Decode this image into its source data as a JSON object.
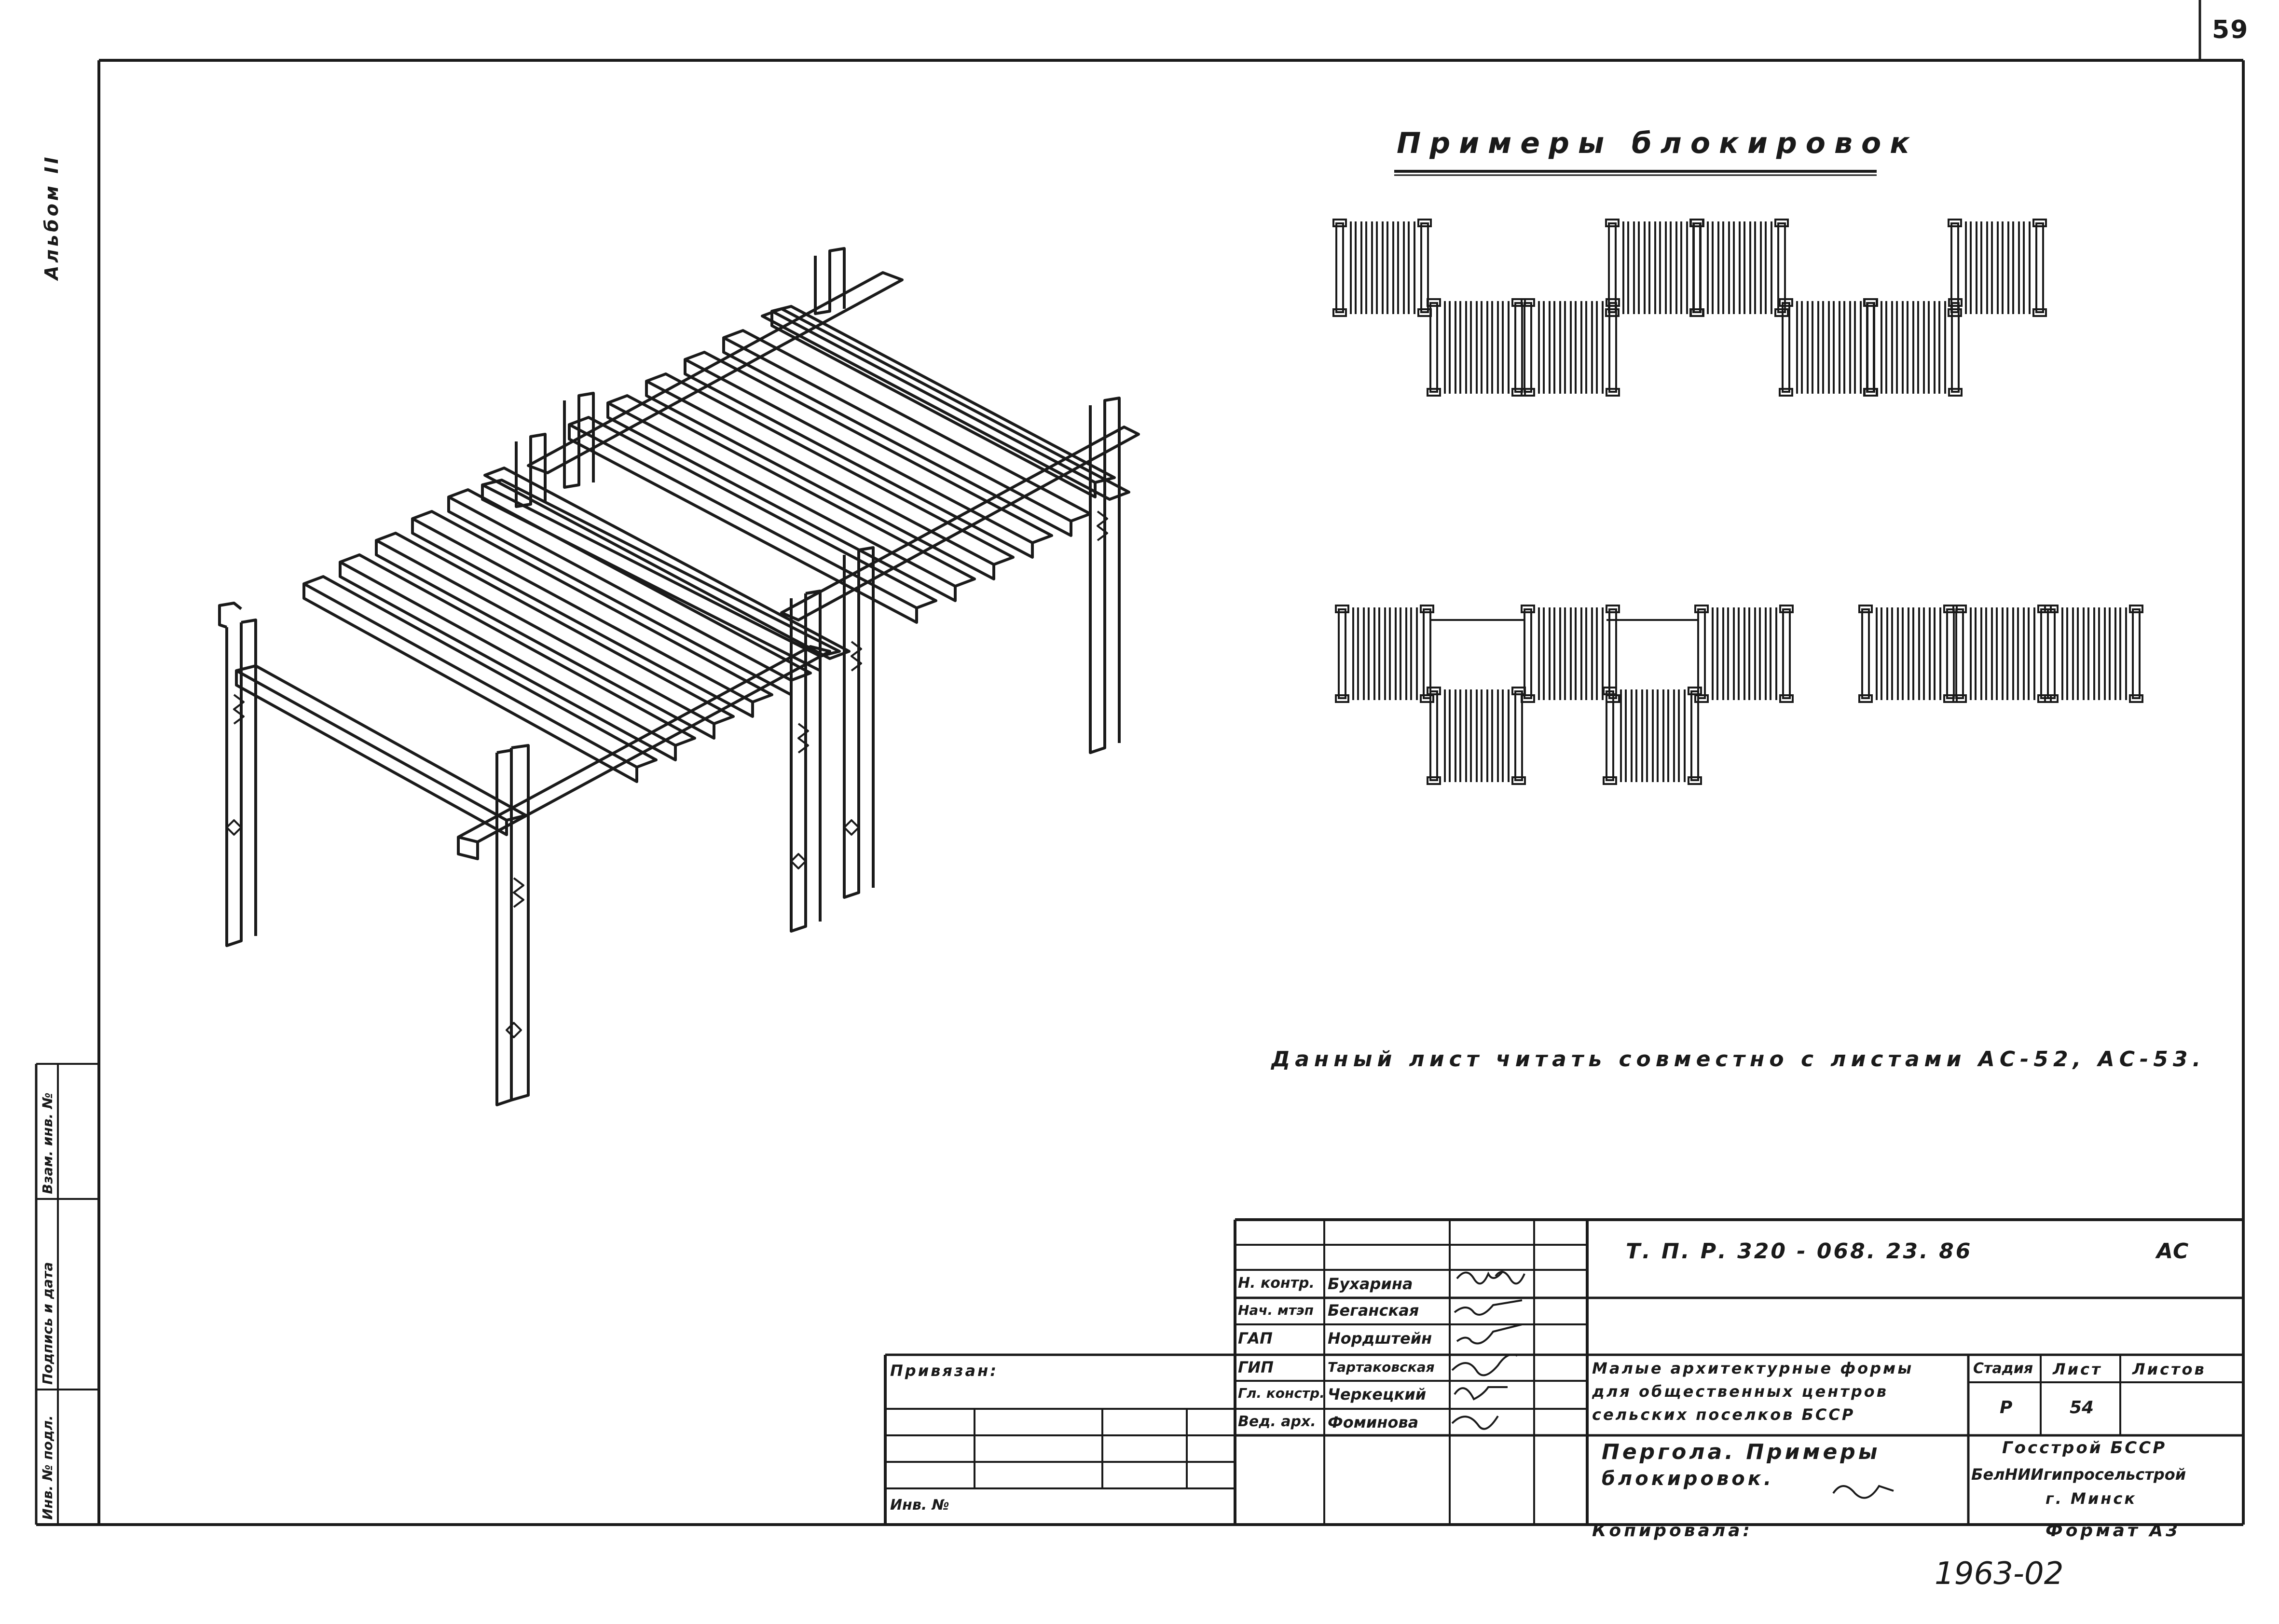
{
  "page_number": "59",
  "album_label": "Альбом II",
  "section_title": "Примеры блокировок",
  "note": "Данный лист читать совместно с листами АС-52, АС-53.",
  "left_stamp": {
    "inv_podl": "Инв. № подл.",
    "podpis_data": "Подпись и дата",
    "vzam_inv": "Взам. инв. №"
  },
  "privyazan": "Привязан:",
  "inv_no": "Инв. №",
  "title_block": {
    "doc_code": "Т. П. Р. 320 - 068. 23. 86",
    "mark": "АС",
    "roles": [
      {
        "role": "Н. контр.",
        "name": "Бухарина"
      },
      {
        "role": "Нач. мтэп",
        "name": "Беганская"
      },
      {
        "role": "ГАП",
        "name": "Нордштейн"
      },
      {
        "role": "ГИП",
        "name": "Тартаковская"
      },
      {
        "role": "Гл. констр.",
        "name": "Черкецкий"
      },
      {
        "role": "Вед. арх.",
        "name": "Фоминова"
      }
    ],
    "project_title_lines": [
      "Малые архитектурные формы",
      "для общественных центров",
      "сельских поселков БССР"
    ],
    "sheet_title_lines": [
      "Пергола. Примеры",
      "блокировок."
    ],
    "stage_label": "Стадия",
    "sheet_label": "Лист",
    "sheets_label": "Листов",
    "stage": "Р",
    "sheet": "54",
    "org_lines": [
      "Госстрой БССР",
      "БелНИИгипросельстрой",
      "г. Минск"
    ],
    "copied_label": "Копировала:",
    "format_label": "Формат А3",
    "archive_number": "1963-02"
  }
}
